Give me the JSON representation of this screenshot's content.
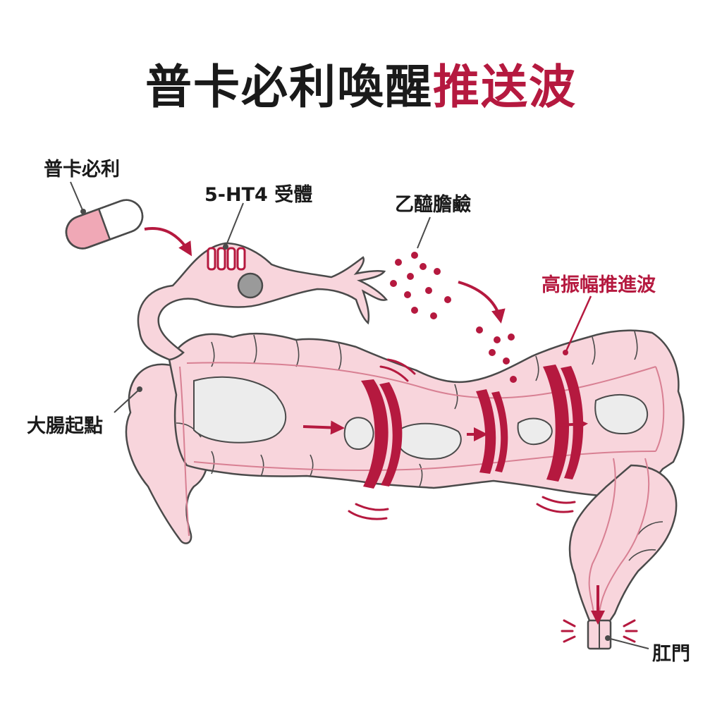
{
  "title": {
    "main": "普卡必利喚醒",
    "accent": "推送波"
  },
  "labels": {
    "drug": "普卡必利",
    "receptor": "5-HT4 受體",
    "acetylcholine": "乙醯膽鹼",
    "wave": "高振幅推進波",
    "colon_start": "大腸起點",
    "anus": "肛門"
  },
  "colors": {
    "accent": "#b5193f",
    "colon_fill": "#f8d5dc",
    "colon_line": "#d88093",
    "outline": "#4a4a4a",
    "stool": "#ececec"
  },
  "icons": {
    "drug": "capsule-icon",
    "receptor": "receptor-icon",
    "neuron": "neuron-icon"
  }
}
